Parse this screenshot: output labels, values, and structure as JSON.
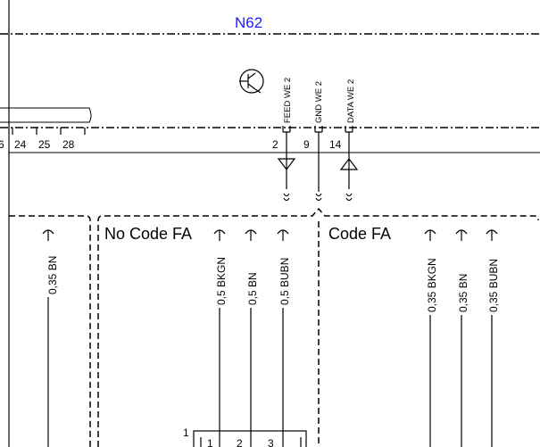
{
  "module": {
    "name": "N62",
    "color": "#1a1aff"
  },
  "connector": {
    "left_pins": [
      "6",
      "24",
      "25",
      "28"
    ],
    "pins": [
      {
        "number": "2",
        "signal": "FEED WE 2"
      },
      {
        "number": "9",
        "signal": "GND WE 2"
      },
      {
        "number": "14",
        "signal": "DATA WE 2"
      }
    ]
  },
  "variants": [
    {
      "label": "No Code FA",
      "wires": [
        "0,5 BKGN",
        "0,5 BN",
        "0,5 BUBN"
      ]
    },
    {
      "label": "Code FA",
      "wires": [
        "0,35 BKGN",
        "0,35 BN",
        "0,35 BUBN"
      ]
    }
  ],
  "left_wire": "0,35 BN",
  "bottom_connector": {
    "id": "1",
    "pins": [
      "1",
      "2",
      "3"
    ]
  }
}
